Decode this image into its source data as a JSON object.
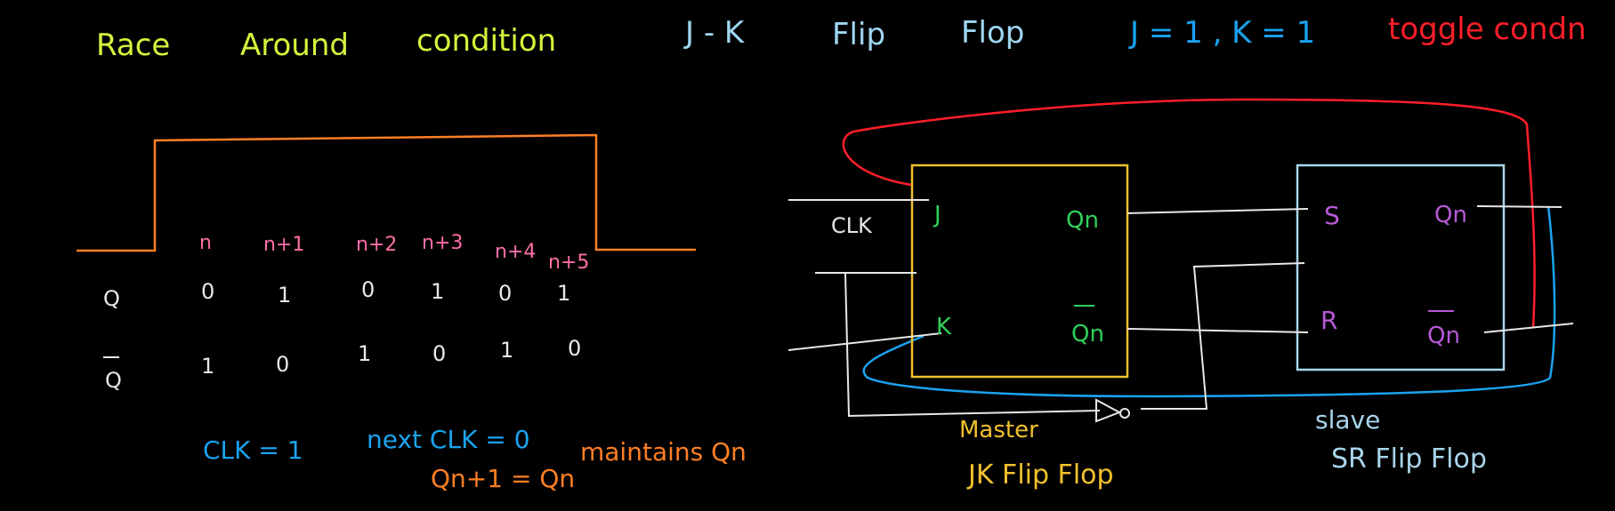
{
  "header": {
    "race": "Race",
    "around": "Around",
    "condition": "condition",
    "jk": "J - K",
    "flip": "Flip",
    "flop": "Flop",
    "jk_values": "J = 1 ,  K = 1",
    "toggle": "toggle condn"
  },
  "timing": {
    "counts": [
      "n",
      "n+1",
      "n+2",
      "n+3",
      "n+4",
      "n+5"
    ],
    "q_label": "Q",
    "qbar_label": "Q",
    "q_values": [
      "0",
      "1",
      "0",
      "1",
      "0",
      "1"
    ],
    "qbar_values": [
      "1",
      "0",
      "1",
      "0",
      "1",
      "0"
    ]
  },
  "notes": {
    "clk1": "CLK = 1",
    "next_clk": "next  CLK = 0",
    "qn1": "Qn+1 = Qn",
    "maintains": "maintains Qn"
  },
  "master": {
    "clk": "CLK",
    "j": "J",
    "k": "K",
    "qn": "Qn",
    "qnbar": "Qn",
    "title1": "Master",
    "title2": "JK Flip Flop"
  },
  "slave": {
    "s": "S",
    "r": "R",
    "qn": "Qn",
    "qnbar": "Qn",
    "title1": "slave",
    "title2": "SR Flip Flop"
  },
  "colors": {
    "lime": "#d6f23a",
    "lightblue": "#9fd6f2",
    "blue": "#1aa3f0",
    "red": "#ff1e2a",
    "orange": "#ff7f24",
    "pink": "#ff6fa8",
    "white": "#e8e8e8",
    "green": "#2fd15a",
    "yellow": "#f2c12c",
    "purple": "#b65ad6",
    "slavebox": "#a7d5ea"
  }
}
